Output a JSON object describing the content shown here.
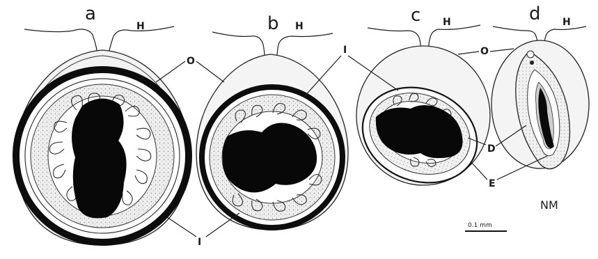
{
  "panels": [
    {
      "id": "a",
      "label": "a"
    },
    {
      "id": "b",
      "label": "b"
    },
    {
      "id": "c",
      "label": "c"
    },
    {
      "id": "d",
      "label": "d"
    }
  ],
  "labels": {
    "hilum": "H",
    "outer_integument": "O",
    "inner_integument": "I",
    "d_layer": "D",
    "e_layer": "E"
  },
  "scale_bar": "0.1 mm",
  "signature": "NM"
}
